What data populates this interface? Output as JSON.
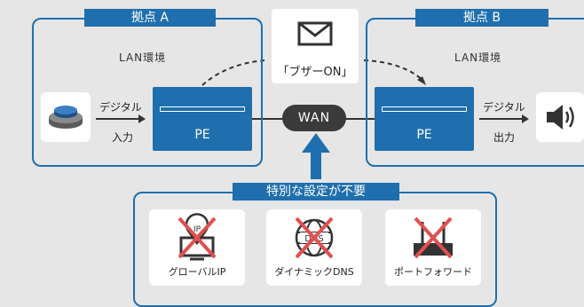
{
  "site_a": {
    "title": "拠点 A",
    "lan_label": "LAN環境",
    "pe_label": "PE",
    "signal_top": "デジタル",
    "signal_bottom": "入力",
    "device_icon": "push-button-icon"
  },
  "site_b": {
    "title": "拠点 B",
    "lan_label": "LAN環境",
    "pe_label": "PE",
    "signal_top": "デジタル",
    "signal_bottom": "出力",
    "device_icon": "speaker-icon"
  },
  "message": {
    "label": "「ブザーON」",
    "icon": "envelope-icon"
  },
  "wan": {
    "label": "WAN"
  },
  "settings_panel": {
    "title": "特別な設定が不要",
    "items": [
      {
        "label": "グローバルIP",
        "icon": "ip-pin-icon",
        "icon_text": "IP"
      },
      {
        "label": "ダイナミックDNS",
        "icon": "dns-globe-icon",
        "icon_text": "DNS"
      },
      {
        "label": "ポートフォワード",
        "icon": "router-icon"
      }
    ]
  },
  "colors": {
    "blue": "#1f6fae",
    "dark": "#3a3a3a",
    "red": "#e0504f",
    "background": "#e6e6e6"
  }
}
